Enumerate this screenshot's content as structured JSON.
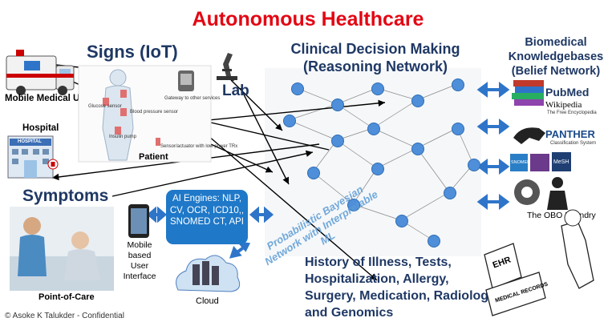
{
  "title": "Autonomous Healthcare",
  "sections": {
    "signs": "Signs (IoT)",
    "clinical_decision": "Clinical Decision Making (Reasoning Network)",
    "knowledgebases": "Biomedical Knowledgebases (Belief Network)",
    "symptoms": "Symptoms",
    "history": "History of Illness, Tests, Hospitalization, Allergy, Surgery, Medication, Radiology and Genomics"
  },
  "labels": {
    "lab": "Lab",
    "mobile_medical_unit": "Mobile Medical Unit",
    "hospital": "Hospital",
    "patient": "Patient",
    "point_of_care": "Point-of-Care",
    "mobile_ui": "Mobile based User Interface",
    "cloud": "Cloud",
    "obo": "The OBO Foundry",
    "copyright": "© Asoke K Talukder - Confidential"
  },
  "sensor_labels": {
    "gateway": "Gateway to other services",
    "glucose": "Glucose sensor",
    "bp": "Blood pressure sensor",
    "insulin": "Insulin pump",
    "actuator": "Sensor/actuator with low-power TRx"
  },
  "ai_engines": [
    "AI Engines: NLP,",
    "CV, OCR, ICD10,,",
    "SNOMED CT, API"
  ],
  "network_caption": "Probabilistic Bayesian Network with Interpretable ML",
  "kb_logos": {
    "pubmed": "PubMed",
    "wikipedia": "Wikipedia",
    "wiki_sub": "The Free Encyclopedia",
    "panther": "PANTHER",
    "panther_sub": "Classification System",
    "snomed": "SNOMED",
    "mesh": "MeSH"
  },
  "ehr_text": "EHR",
  "records_text": "MEDICAL RECORDS",
  "hospital_sign": "HOSPITAL",
  "colors": {
    "title": "#e30613",
    "heading": "#1f3864",
    "accent": "#1f78c8",
    "arrow": "#2e75c9"
  }
}
